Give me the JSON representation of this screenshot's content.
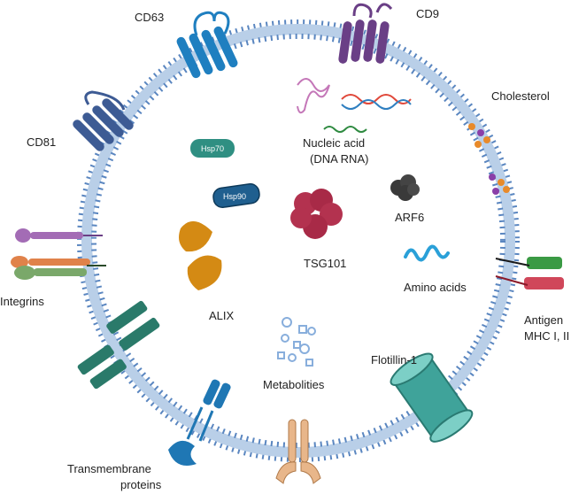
{
  "labels": {
    "cd63": "CD63",
    "cd9": "CD9",
    "cholesterol": "Cholesterol",
    "cd81": "CD81",
    "hsp70": "Hsp70",
    "hsp90": "Hsp90",
    "nucleic_acid_line1": "Nucleic acid",
    "nucleic_acid_line2": "(DNA RNA)",
    "arf6": "ARF6",
    "tsg101": "TSG101",
    "integrins": "Integrins",
    "amino_acids": "Amino acids",
    "alix": "ALIX",
    "antigen_line1": "Antigen",
    "antigen_line2": "MHC I, II",
    "metabolities": "Metabolities",
    "flotillin": "Flotillin-1",
    "transmembrane_line1": "Transmembrane",
    "transmembrane_line2": "proteins"
  },
  "colors": {
    "membrane": "#8fb0d8",
    "membrane_dots": "#5a86c0",
    "cd63": "#1f7fc0",
    "cd9": "#6a3f86",
    "cd81": "#3d5b94",
    "hsp70": "#2f8f82",
    "hsp90": "#1f5f8f",
    "tsg101": "#b3324f",
    "arf6": "#3a3a3a",
    "alix": "#d48a14",
    "flotillin": "#3fa39a",
    "receptor_orange": "#e8b68a",
    "transmembrane": "#1f77b4",
    "teal_dark": "#2a7a6a"
  }
}
